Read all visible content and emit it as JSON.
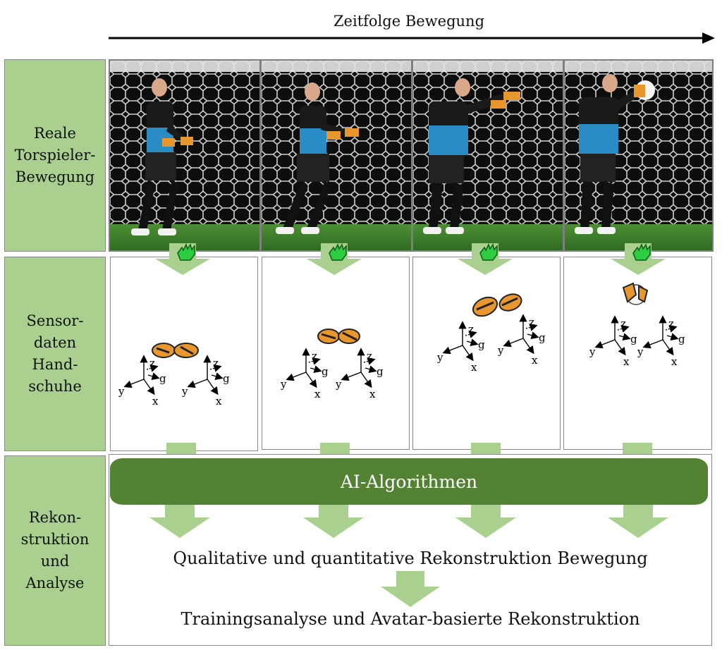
{
  "header": {
    "title": "Zeitfolge Bewegung"
  },
  "rows": [
    {
      "label": "Reale\nTorspieler-\nBewegung"
    },
    {
      "label": "Sensor-\ndaten\nHand-\nschuhe"
    },
    {
      "label": "Rekon-\nstruktion\nund\nAnalyse"
    }
  ],
  "axes": {
    "x": "x",
    "y": "y",
    "z": "z",
    "g": "g"
  },
  "ai": {
    "label": "AI-Algorithmen"
  },
  "results": {
    "reconstruction": "Qualitative und quantitative Rekonstruktion Bewegung",
    "analysis": "Trainingsanalyse und Avatar-basierte Rekonstruktion"
  },
  "colors": {
    "label_fill": "#a9d08e",
    "arrow_fill": "#a9d08e",
    "ai_bar": "#548235",
    "jersey": "#2a8cc4",
    "grass": "#3f7d2a",
    "net": "#d9d9d9"
  },
  "icons": [
    "glove-icon",
    "axis-triad-icon",
    "gloves-sensor-icon",
    "timeline-arrow-icon"
  ]
}
